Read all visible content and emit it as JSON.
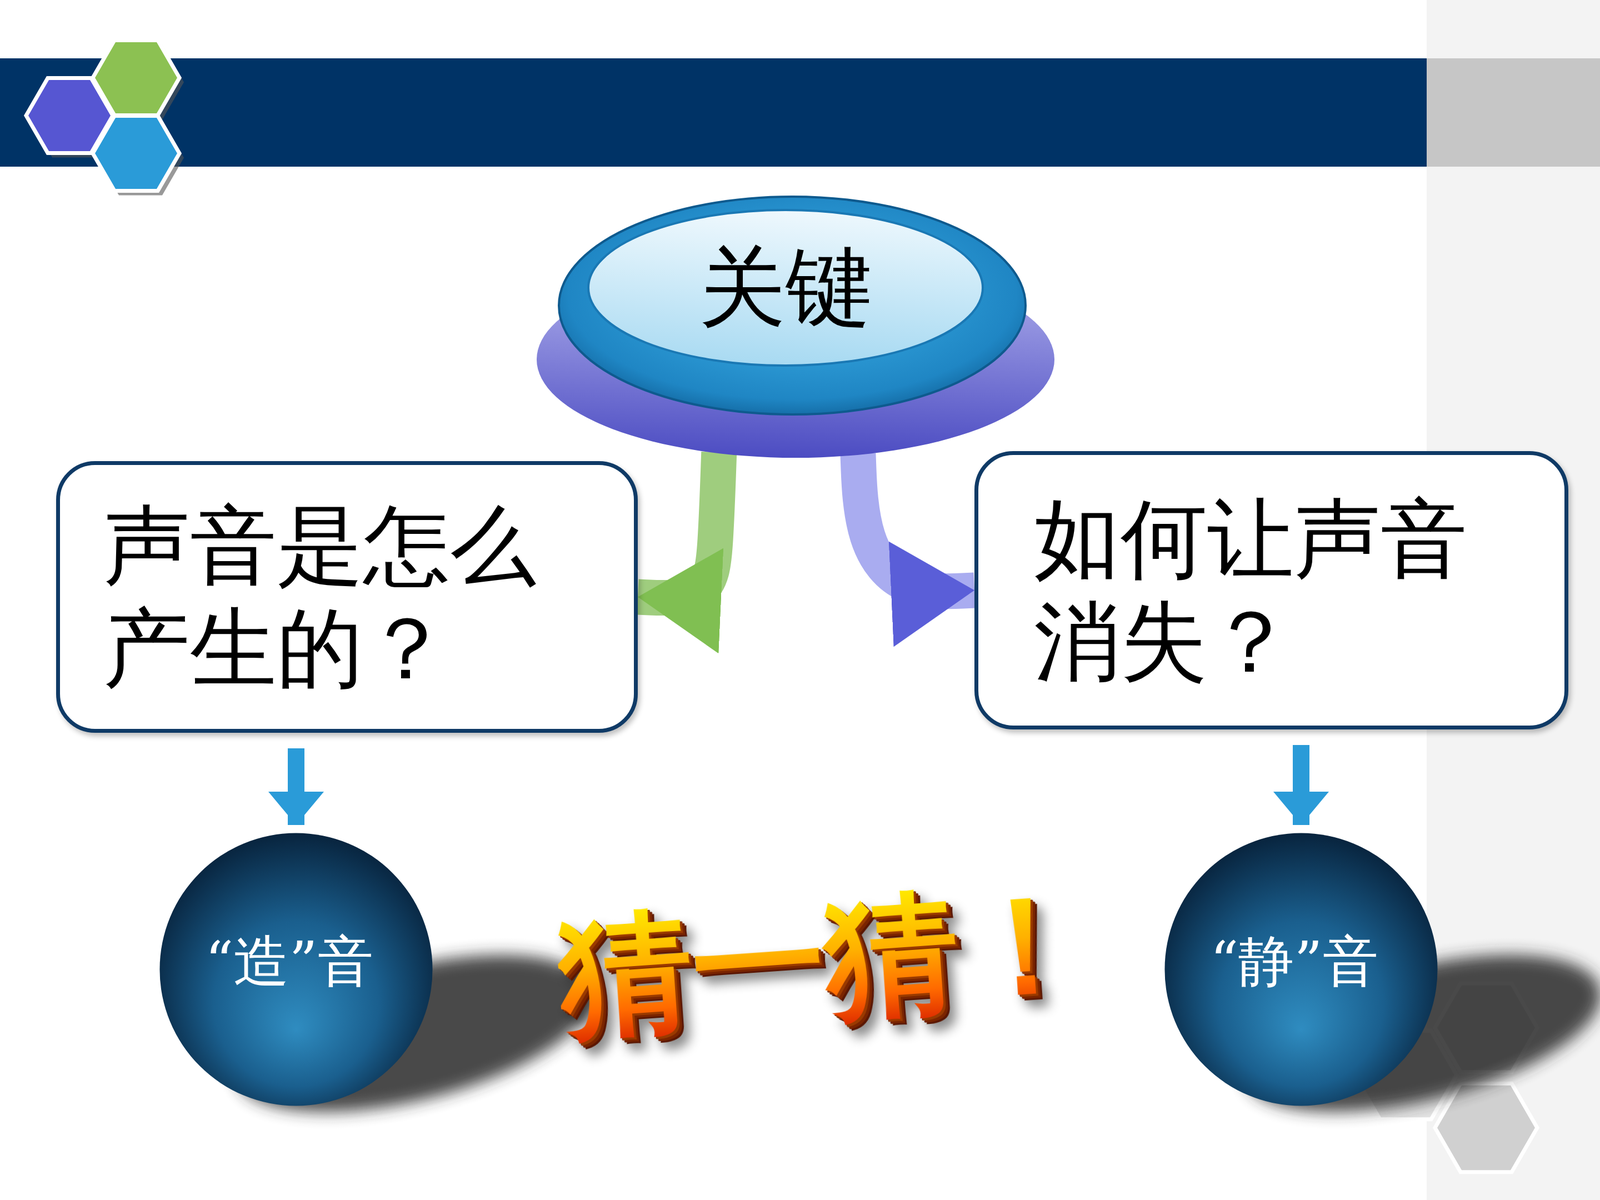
{
  "diagram": {
    "nodes": [
      {
        "text": [
          "关键"
        ]
      },
      {
        "text": [
          "声音是怎么产生的？"
        ]
      },
      {
        "text": [
          "如何让声音消失？"
        ]
      },
      {
        "text": [
          "“造”音"
        ]
      },
      {
        "text": [
          "“静”音"
        ]
      }
    ],
    "edges": [
      {
        "from": 0,
        "to": 1,
        "arrow": "to"
      },
      {
        "from": 0,
        "to": 2,
        "arrow": "to"
      },
      {
        "from": 1,
        "to": 3,
        "arrow": "to"
      },
      {
        "from": 2,
        "to": 4,
        "arrow": "to"
      }
    ],
    "labels": [
      "猜一猜！"
    ]
  }
}
